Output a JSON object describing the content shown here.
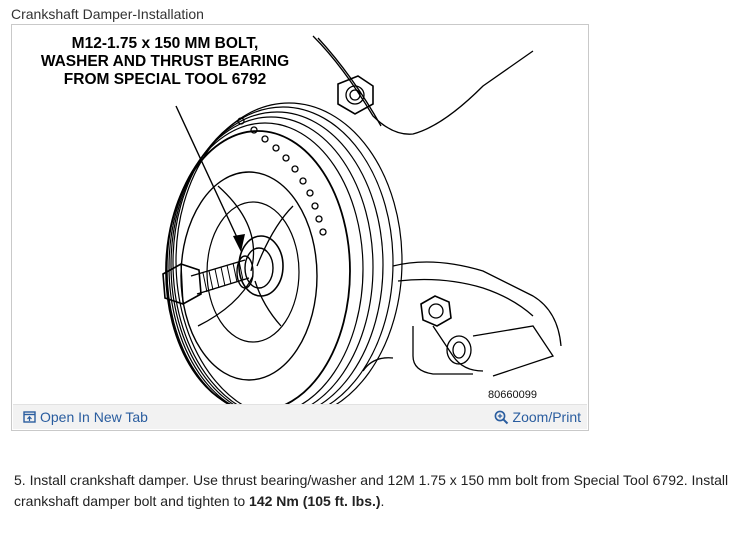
{
  "figure": {
    "title": "Crankshaft Damper-Installation",
    "callout_lines": [
      "M12-1.75 x 150 MM BOLT,",
      "WASHER AND THRUST BEARING",
      "FROM SPECIAL TOOL 6792"
    ],
    "figure_id": "80660099",
    "open_link_label": "Open In New Tab",
    "zoom_link_label": "Zoom/Print"
  },
  "instruction": {
    "text_before": "5. Install crankshaft damper. Use thrust bearing/washer and 12M 1.75 x 150 mm bolt from Special Tool 6792. Install crankshaft damper bolt and tighten to ",
    "bold_text": "142 Nm (105 ft. lbs.)",
    "text_after": "."
  },
  "colors": {
    "link": "#2a5d9f",
    "footer_bg": "#f2f2f2"
  },
  "icons": {
    "open": "open-new-tab-icon",
    "zoom": "zoom-icon"
  }
}
